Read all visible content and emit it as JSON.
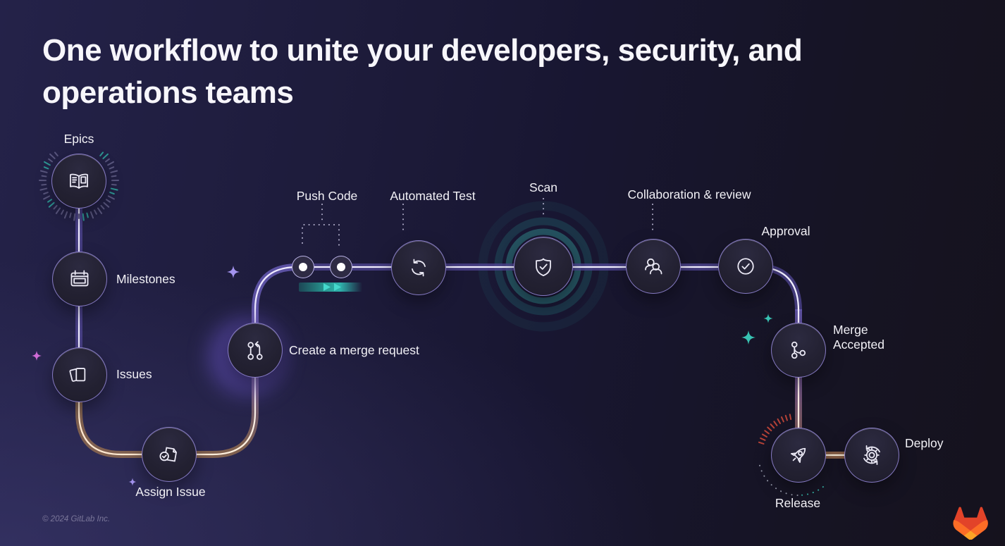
{
  "page": {
    "title": "One workflow to unite your developers, security, and operations teams",
    "copyright": "© 2024 GitLab Inc."
  },
  "workflow": {
    "nodes": [
      {
        "id": "epics",
        "label": "Epics",
        "icon": "book-icon"
      },
      {
        "id": "milestones",
        "label": "Milestones",
        "icon": "calendar-icon"
      },
      {
        "id": "issues",
        "label": "Issues",
        "icon": "stacked-cards-icon"
      },
      {
        "id": "assign-issue",
        "label": "Assign Issue",
        "icon": "document-check-icon"
      },
      {
        "id": "create-merge-request",
        "label": "Create a merge request",
        "icon": "merge-request-icon"
      },
      {
        "id": "push-code",
        "label": "Push Code",
        "icon": "commit-dots-icon"
      },
      {
        "id": "automated-test",
        "label": "Automated Test",
        "icon": "sync-arrows-icon"
      },
      {
        "id": "scan",
        "label": "Scan",
        "icon": "shield-check-icon"
      },
      {
        "id": "collaboration-review",
        "label": "Collaboration & review",
        "icon": "two-users-icon"
      },
      {
        "id": "approval",
        "label": "Approval",
        "icon": "check-circle-icon"
      },
      {
        "id": "merge-accepted",
        "label": "Merge Accepted",
        "icon": "git-merge-icon"
      },
      {
        "id": "release",
        "label": "Release",
        "icon": "rocket-icon"
      },
      {
        "id": "deploy",
        "label": "Deploy",
        "icon": "gear-arrows-icon"
      }
    ]
  },
  "colors": {
    "background_top_right": "#15121d",
    "background_bottom_left": "#2b2a52",
    "accent_purple": "#7c6fd0",
    "accent_teal": "#2fb3ac",
    "path_copper": "#8e6a4f",
    "gitlab_logo_red": "#E24329",
    "gitlab_logo_orange": "#FC6D26",
    "gitlab_logo_amber": "#FCA326"
  }
}
